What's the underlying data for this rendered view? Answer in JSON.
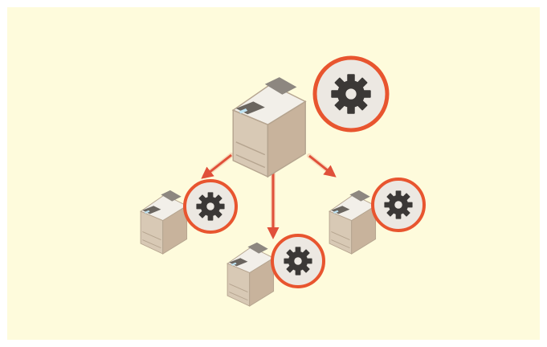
{
  "diagram": {
    "background_color": "#fefbdc",
    "accent_color": "#e8552f",
    "arrow_color": "#e0503a",
    "device_colors": {
      "top": "#e9e4dc",
      "body": "#d7c8b4",
      "front": "#c8b39c",
      "dark": "#4b4641"
    },
    "badge_colors": {
      "fill": "#ece8e2",
      "gear": "#3b3836"
    },
    "nodes": [
      {
        "role": "source",
        "device_icon": "multifunction-printer-icon",
        "badge_icon": "gear-icon"
      },
      {
        "role": "destination",
        "device_icon": "multifunction-printer-icon",
        "badge_icon": "gear-icon"
      },
      {
        "role": "destination",
        "device_icon": "multifunction-printer-icon",
        "badge_icon": "gear-icon"
      },
      {
        "role": "destination",
        "device_icon": "multifunction-printer-icon",
        "badge_icon": "gear-icon"
      }
    ],
    "edges": [
      {
        "from": 0,
        "to": 1,
        "arrow_icon": "arrow-down-left-icon"
      },
      {
        "from": 0,
        "to": 2,
        "arrow_icon": "arrow-down-icon"
      },
      {
        "from": 0,
        "to": 3,
        "arrow_icon": "arrow-down-right-icon"
      }
    ]
  }
}
